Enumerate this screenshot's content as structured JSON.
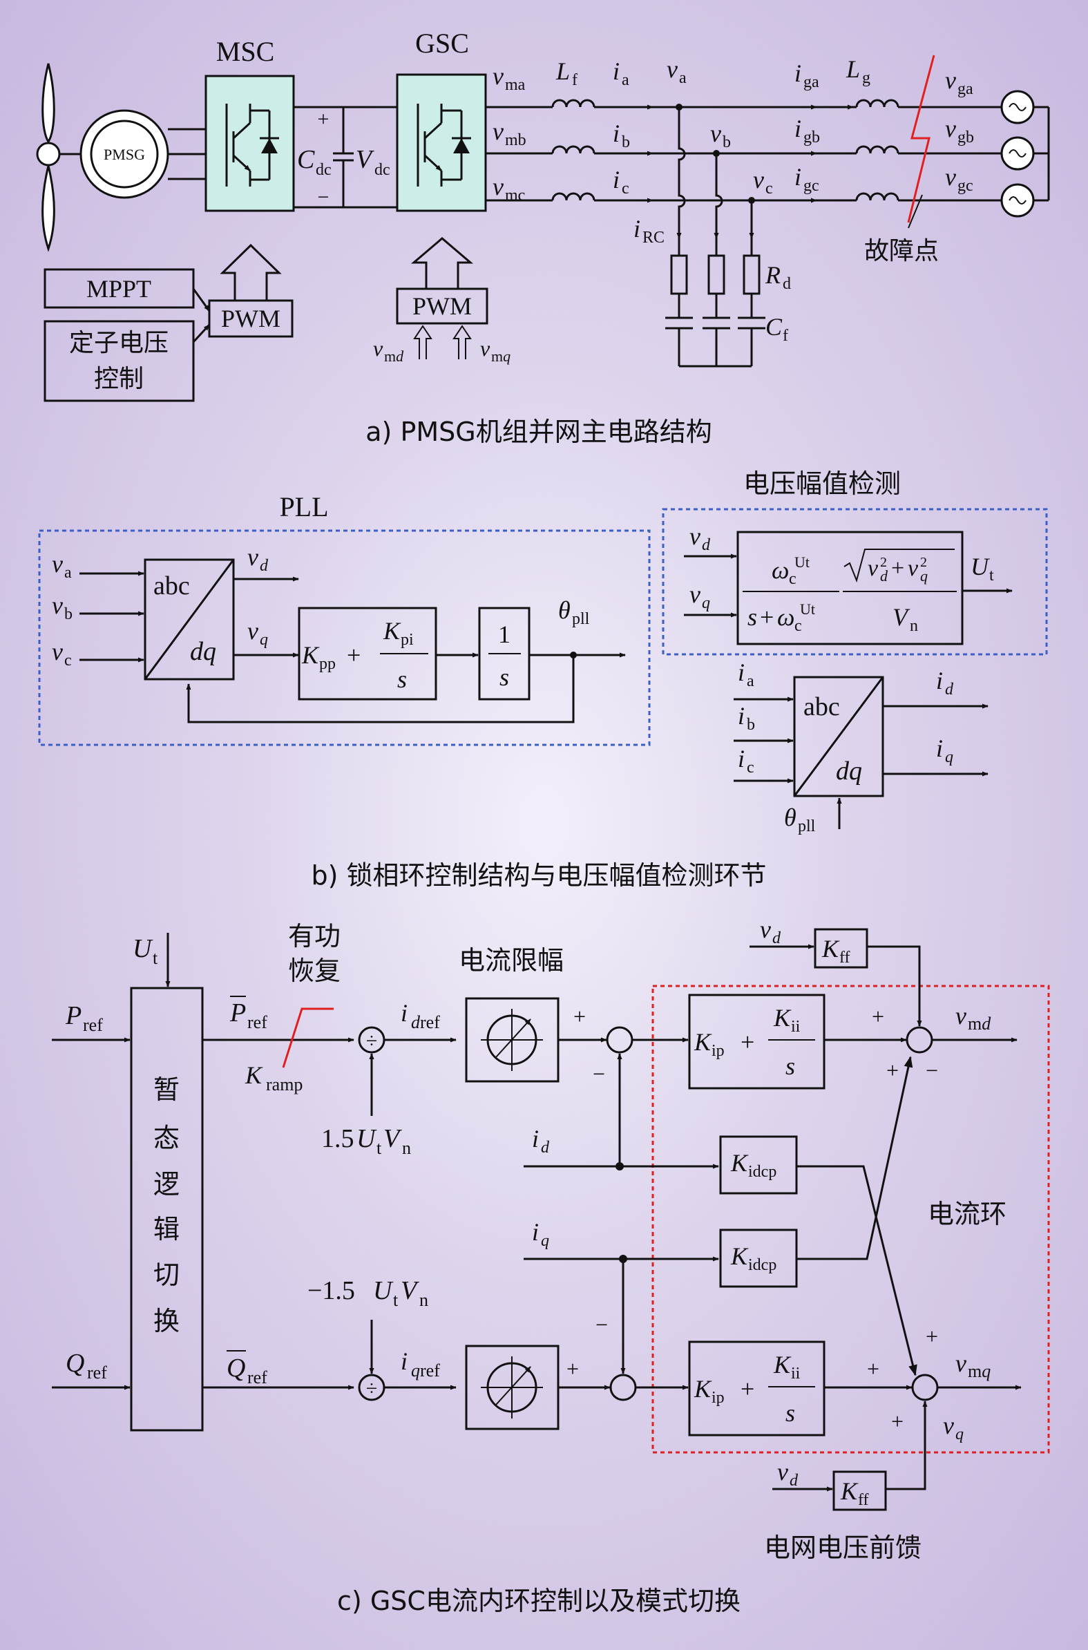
{
  "part_a": {
    "caption": "a) PMSG机组并网主电路结构",
    "msc": "MSC",
    "gsc": "GSC",
    "pmsg": "PMSG",
    "mppt": "MPPT",
    "stator_ctrl_1": "定子电压",
    "stator_ctrl_2": "控制",
    "pwm": "PWM",
    "fault": "故障点"
  },
  "part_b": {
    "caption": "b) 锁相环控制结构与电压幅值检测环节",
    "pll": "PLL",
    "detect": "电压幅值检测",
    "abc": "abc",
    "dq": "dq"
  },
  "part_c": {
    "caption": "c) GSC电流内环控制以及模式切换",
    "active_1": "有功",
    "active_2": "恢复",
    "current_limit": "电流限幅",
    "logic": [
      "暂",
      "态",
      "逻",
      "辑",
      "切",
      "换"
    ],
    "current_loop": "电流环",
    "feedforward": "电网电压前馈",
    "Kramp": "ramp",
    "coef_d": "1.5",
    "coef_q": "−1.5"
  },
  "colors": {
    "converter_fill": "#cdeee8",
    "pll_box": "#3a5fc8",
    "current_loop_box": "#e02020",
    "fault_line": "#e02020"
  }
}
